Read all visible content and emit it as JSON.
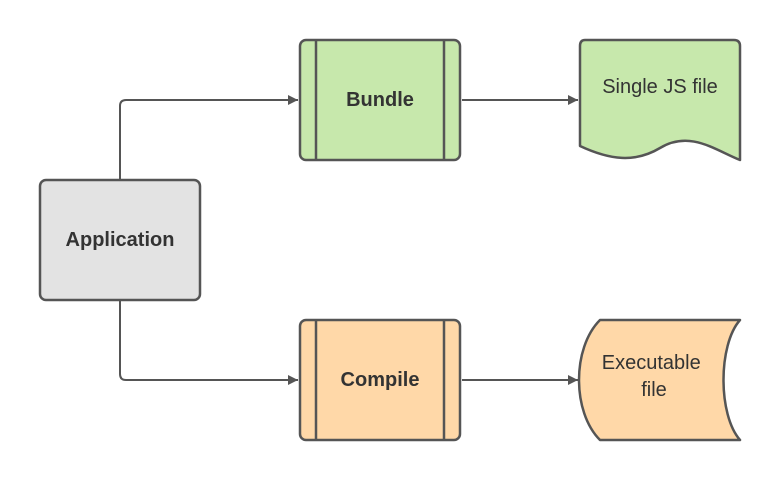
{
  "nodes": {
    "application": {
      "label": "Application",
      "fill": "#e3e3e3"
    },
    "bundle": {
      "label": "Bundle",
      "fill": "#c7e8ac"
    },
    "compile": {
      "label": "Compile",
      "fill": "#ffd8a8"
    },
    "single_js_file": {
      "label": "Single JS file",
      "fill": "#c7e8ac"
    },
    "executable_file": {
      "line1": "Executable",
      "line2": "file",
      "fill": "#ffd8a8"
    }
  },
  "colors": {
    "stroke": "#555555",
    "text": "#333333",
    "background": "#ffffff"
  }
}
